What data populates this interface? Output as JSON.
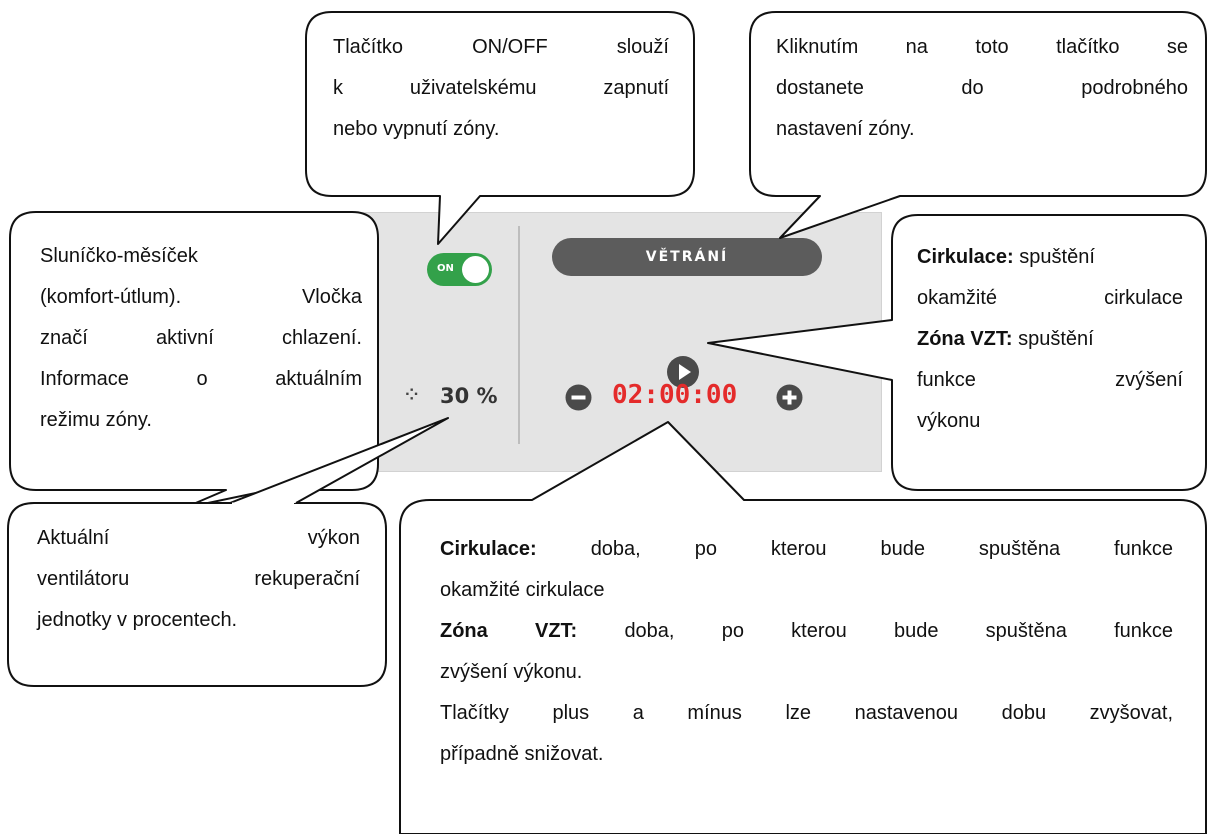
{
  "widget": {
    "toggle": {
      "label": "ON",
      "state": "on",
      "color": "#33a14a"
    },
    "moon_icon": "moon-icon",
    "moon_color": "#e0193a",
    "fan_icon": "fan-icon",
    "fan_glyph": "⁘",
    "fan_power": "30 %",
    "zone_name": "VĚTRÁNÍ",
    "play_icon": "play-icon",
    "minus_icon": "minus-icon",
    "plus_icon": "plus-icon",
    "timer": "02:00:00",
    "timer_color": "#e42b2b"
  },
  "callouts": {
    "toggle": {
      "lines": [
        "Tlačítko ON/OFF slouží",
        "k uživatelskému zapnutí",
        "nebo vypnutí zóny."
      ]
    },
    "detail": {
      "lines": [
        "Kliknutím na toto tlačítko se",
        "dostanete do podrobného",
        "nastavení zóny."
      ]
    },
    "mode": {
      "lines": [
        "Sluníčko-měsíček",
        "(komfort-útlum). Vločka",
        "značí aktivní chlazení.",
        "Informace o aktuálním",
        "režimu zóny."
      ]
    },
    "play": {
      "cirk_label": "Cirkulace:",
      "cirk_text_1": "spuštění",
      "cirk_text_2": "okamžité cirkulace",
      "vzt_label": "Zóna VZT:",
      "vzt_text_1": "spuštění",
      "vzt_text_2": "funkce zvýšení",
      "vzt_text_3": "výkonu"
    },
    "fan": {
      "lines": [
        "Aktuální výkon",
        "ventilátoru rekuperační",
        "jednotky v procentech."
      ]
    },
    "timer": {
      "cirk_label": "Cirkulace:",
      "cirk_text_1": "doba, po kterou bude spuštěna funkce",
      "cirk_text_2": "okamžité cirkulace",
      "vzt_label": "Zóna VZT:",
      "vzt_text_1": "doba, po kterou bude spuštěna funkce",
      "vzt_text_2": "zvýšení výkonu.",
      "buttons_text_1": "Tlačítky plus a mínus lze nastavenou dobu zvyšovat,",
      "buttons_text_2": "případně snižovat."
    }
  }
}
